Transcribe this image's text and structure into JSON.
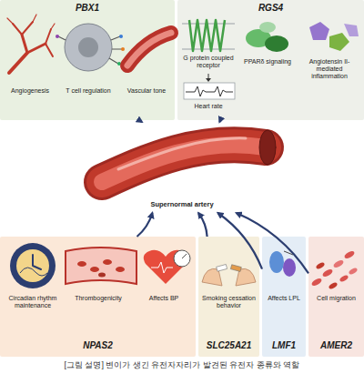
{
  "diagram": {
    "caption": "[그림 설명] 변이가 생긴 유전자자리가 발견된 유전자 종류와 역할",
    "nodes": [
      {
        "text": [
          "PBX1",
          "Angiogenesis",
          "T cell regulation",
          "Vascular tone"
        ]
      },
      {
        "text": [
          "RGS4",
          "G protein coupled receptor",
          "Heart rate",
          "PPARδ signaling",
          "Angiotensin II- mediated inflammation"
        ]
      },
      {
        "text": [
          "Supernormal artery"
        ]
      },
      {
        "text": [
          "Circadian rhythm maintenance",
          "Thrombogenicity",
          "Affects BP",
          "NPAS2"
        ]
      },
      {
        "text": [
          "Smoking cessation behavior",
          "SLC25A21"
        ]
      },
      {
        "text": [
          "Affects LPL",
          "LMF1"
        ]
      },
      {
        "text": [
          "Cell migration",
          "AMER2"
        ]
      }
    ],
    "edges": [
      {
        "from": 0,
        "to": 2,
        "arrow": "to"
      },
      {
        "from": 1,
        "to": 2,
        "arrow": "to"
      },
      {
        "from": 3,
        "to": 2,
        "arrow": "to"
      },
      {
        "from": 4,
        "to": 2,
        "arrow": "to"
      },
      {
        "from": 5,
        "to": 2,
        "arrow": "to"
      },
      {
        "from": 6,
        "to": 2,
        "arrow": "to"
      }
    ]
  }
}
